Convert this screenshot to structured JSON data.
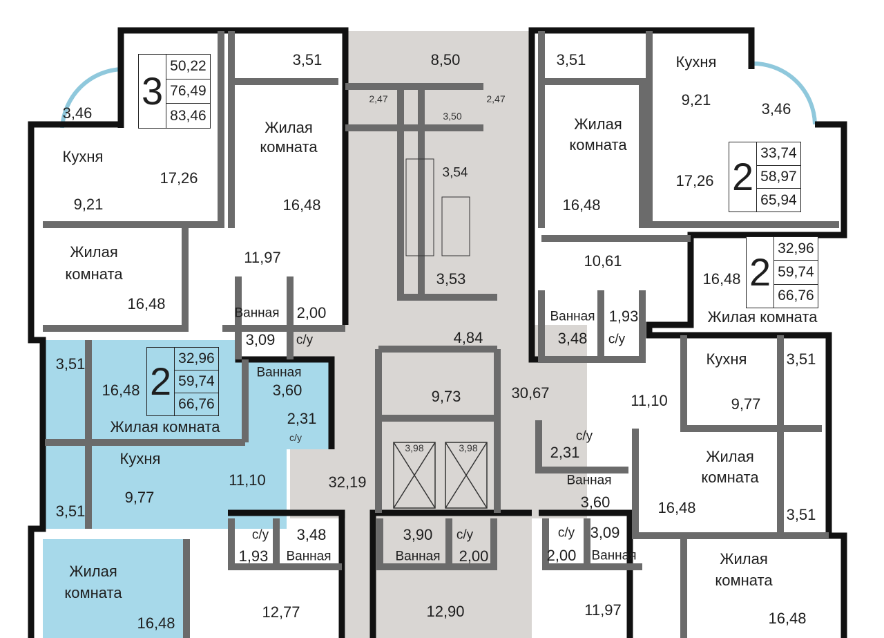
{
  "colors": {
    "corridor": "#d9d6d3",
    "highlight": "#a7d9ea",
    "wall": "#6b6b6b",
    "outer_wall": "#111111",
    "window": "#8fc8dc"
  },
  "unit_boxes": [
    {
      "rooms": "3",
      "values": [
        "50,22",
        "76,49",
        "83,46"
      ]
    },
    {
      "rooms": "2",
      "values": [
        "33,74",
        "58,97",
        "65,94"
      ]
    },
    {
      "rooms": "2",
      "values": [
        "32,96",
        "59,74",
        "66,76"
      ]
    },
    {
      "rooms": "2",
      "values": [
        "32,96",
        "59,74",
        "66,76"
      ]
    }
  ],
  "labels": [
    "3,51",
    "3,46",
    "Кухня",
    "9,21",
    "17,26",
    "Жилая",
    "комната",
    "16,48",
    "Жилая",
    "комната",
    "16,48",
    "11,97",
    "Ванная",
    "3,09",
    "2,00",
    "с/у",
    "8,50",
    "2,47",
    "3,50",
    "2,47",
    "3,54",
    "3,53",
    "4,84",
    "9,73",
    "30,67",
    "3,98",
    "3,98",
    "32,19",
    "3,51",
    "Кухня",
    "9,21",
    "3,46",
    "Жилая",
    "комната",
    "17,26",
    "16,48",
    "10,61",
    "Ванная",
    "3,48",
    "1,93",
    "с/у",
    "16,48",
    "Жилая комната",
    "Кухня",
    "3,51",
    "9,77",
    "11,10",
    "с/у",
    "2,31",
    "Ванная",
    "3,60",
    "Жилая",
    "комната",
    "16,48",
    "3,51",
    "3,51",
    "16,48",
    "Жилая комната",
    "Ванная",
    "3,60",
    "2,31",
    "с/у",
    "Кухня",
    "9,77",
    "11,10",
    "3,51",
    "Жилая",
    "комната",
    "16,48",
    "с/у",
    "1,93",
    "3,48",
    "Ванная",
    "12,77",
    "3,90",
    "Ванная",
    "с/у",
    "2,00",
    "12,90",
    "с/у",
    "2,00",
    "3,09",
    "Ванная",
    "11,97",
    "Жилая",
    "комната",
    "16,48"
  ]
}
